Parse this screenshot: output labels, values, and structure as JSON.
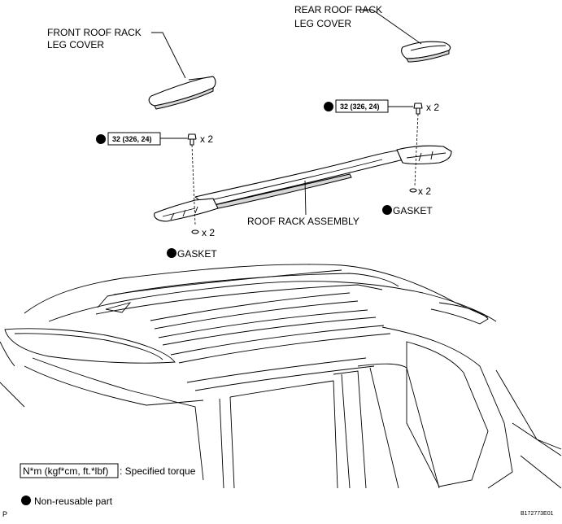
{
  "labels": {
    "front_cover": [
      "FRONT ROOF RACK",
      "LEG COVER"
    ],
    "rear_cover": [
      "REAR ROOF RACK",
      "LEG COVER"
    ],
    "assembly": "ROOF RACK ASSEMBLY",
    "gasket_left": "GASKET",
    "gasket_right": "GASKET"
  },
  "torque_left": "32 (326, 24)",
  "torque_right": "32 (326, 24)",
  "qty_bolt_left": "x 2",
  "qty_bolt_right": "x 2",
  "qty_gasket_left": "x 2",
  "qty_gasket_right": "x 2",
  "legend": {
    "torque_box": "N*m (kgf*cm, ft.*lbf)",
    "torque_text": ": Specified torque",
    "nonreusable_text": "Non-reusable part"
  },
  "footer": {
    "corner_letter": "P",
    "figure_code": "B172773E01"
  },
  "icons": {
    "non_reusable": "filled-circle-icon"
  }
}
